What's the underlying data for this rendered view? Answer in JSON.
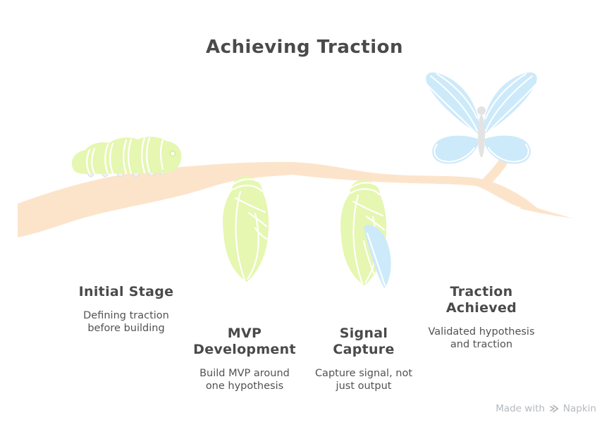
{
  "title": "Achieving Traction",
  "palette": {
    "branch": "#fce4cb",
    "green": "#e5f7b0",
    "blue": "#cdeafa",
    "body_gray": "#e3e3e3",
    "heading_text": "#4a4a4a",
    "desc_text": "#525252",
    "watermark_text": "#b4b8bc"
  },
  "stages": [
    {
      "heading": "Initial Stage",
      "description": "Defining traction\nbefore building",
      "icon": "caterpillar-icon"
    },
    {
      "heading": "MVP\nDevelopment",
      "description": "Build MVP around\none hypothesis",
      "icon": "chrysalis-icon"
    },
    {
      "heading": "Signal\nCapture",
      "description": "Capture signal, not\njust output",
      "icon": "chrysalis-emerging-icon"
    },
    {
      "heading": "Traction\nAchieved",
      "description": "Validated hypothesis\nand traction",
      "icon": "butterfly-icon"
    }
  ],
  "watermark": {
    "prefix": "Made with",
    "brand": "Napkin",
    "icon": "napkin-logo-icon"
  }
}
